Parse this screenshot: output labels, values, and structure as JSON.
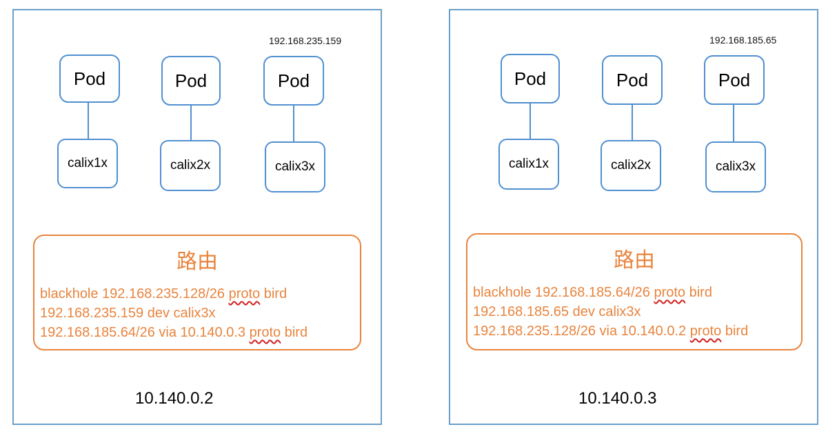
{
  "hosts": [
    {
      "host_ip": "10.140.0.2",
      "pod_ip": "192.168.235.159",
      "pod_label": "Pod",
      "calix": [
        "calix1x",
        "calix2x",
        "calix3x"
      ],
      "route_title": "路由",
      "routes": [
        {
          "pre": "blackhole 192.168.235.128/26 ",
          "kw": "proto",
          "post": " bird"
        },
        {
          "pre": "192.168.235.159 dev calix3x",
          "kw": "",
          "post": ""
        },
        {
          "pre": "192.168.185.64/26 via 10.140.0.3 ",
          "kw": "proto",
          "post": " bird"
        }
      ]
    },
    {
      "host_ip": "10.140.0.3",
      "pod_ip": "192.168.185.65",
      "pod_label": "Pod",
      "calix": [
        "calix1x",
        "calix2x",
        "calix3x"
      ],
      "route_title": "路由",
      "routes": [
        {
          "pre": "blackhole 192.168.185.64/26 ",
          "kw": "proto",
          "post": " bird"
        },
        {
          "pre": "192.168.185.65 dev calix3x",
          "kw": "",
          "post": ""
        },
        {
          "pre": "192.168.235.128/26 via 10.140.0.2 ",
          "kw": "proto",
          "post": " bird"
        }
      ]
    }
  ],
  "colors": {
    "host_border": "#6a9ec8",
    "pod_border": "#4f8fd0",
    "route_accent": "#e8843e"
  }
}
